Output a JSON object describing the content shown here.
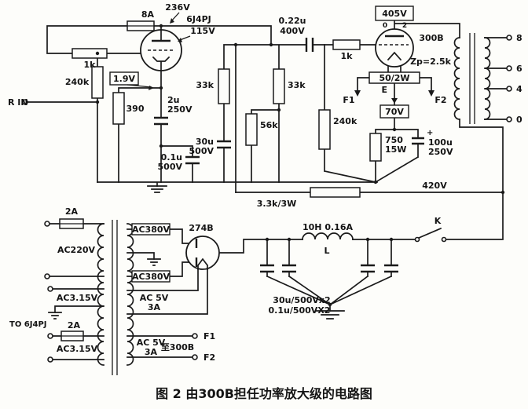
{
  "figure": {
    "caption": "图 2  由300B担任功率放大级的电路图"
  },
  "colors": {
    "ink": "#1a1a1a",
    "paper": "#fdfdfa"
  },
  "labels": {
    "b_voltage_1st": "236V",
    "fuse_top": "8A",
    "tube_input": "6J4PJ",
    "plate_voltage_1st": "115V",
    "coupling_cap": "0.22u",
    "coupling_cap_v": "400V",
    "plate_voltage_300b": "405V",
    "pin_a": "0",
    "pin_b": "2",
    "tube_output": "300B",
    "grid_stopper": "1k",
    "zp": "Zp=2.5k",
    "r_series_input": "1k",
    "cathode_voltage": "1.9V",
    "r_grid_leak_input": "240k",
    "r_cathode_input": "390",
    "c_cathode_input": "2u",
    "c_cathode_input_v": "250V",
    "r_load_a": "33k",
    "r_load_b": "33k",
    "r_divider": "56k",
    "c_decouple": "30u",
    "c_decouple_v": "500V",
    "c_film": "0.1u",
    "c_film_v": "500V",
    "r_hum_balance": "50/2W",
    "f1_tube": "F1",
    "e_tap": "E",
    "f2_tube": "F2",
    "bias_voltage": "70V",
    "r_grid_leak_300b": "240k",
    "r_cathode_300b": "750",
    "r_cathode_300b_w": "15W",
    "c_cathode_plus": "+",
    "c_cathode_300b": "100u",
    "c_cathode_300b_v": "250V",
    "input": "R IN",
    "b_plus": "420V",
    "r_dropper": "3.3k/3W",
    "fuse_mains": "2A",
    "mains": "AC220V",
    "hv_winding_a": "AC380V",
    "hv_winding_b": "AC380V",
    "tube_rectifier": "274B",
    "choke": "10H 0.16A",
    "choke_ref": "L",
    "switch": "K",
    "heater_winding_a": "AC3.15V",
    "rect_heater": "AC 5V",
    "rect_heater_amp": "3A",
    "heater_dest": "TO 6J4PJ",
    "fuse_heater": "2A",
    "heater_winding_b": "AC3.15V",
    "fil_winding": "AC 5V",
    "fil_winding_amp": "3A",
    "fil_dest": "至300B",
    "f1_terminal": "F1",
    "f2_terminal": "F2",
    "c_filter_electrolytic": "30u/500Vx2",
    "c_filter_film": "0.1u/500VX2",
    "tap_8": "8",
    "tap_6": "6",
    "tap_4": "4",
    "tap_0": "0"
  }
}
